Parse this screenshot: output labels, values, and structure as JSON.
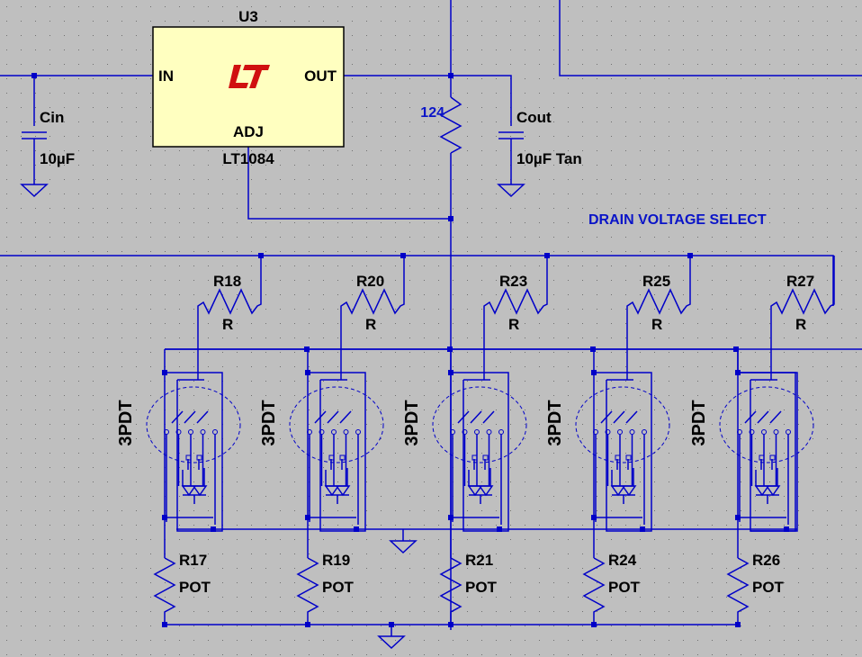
{
  "regulator": {
    "ref": "U3",
    "part": "LT1084",
    "pin_in": "IN",
    "pin_out": "OUT",
    "pin_adj": "ADJ",
    "logo": "lt-logo"
  },
  "cin": {
    "ref": "Cin",
    "value": "10µF"
  },
  "cout": {
    "ref": "Cout",
    "value": "10µF Tan"
  },
  "r_top": {
    "value": "124"
  },
  "title": "DRAIN VOLTAGE SELECT",
  "switch_label": "3PDT",
  "resistors_top": [
    {
      "ref": "R18",
      "value": "R"
    },
    {
      "ref": "R20",
      "value": "R"
    },
    {
      "ref": "R23",
      "value": "R"
    },
    {
      "ref": "R25",
      "value": "R"
    },
    {
      "ref": "R27",
      "value": "R"
    }
  ],
  "pots": [
    {
      "ref": "R17",
      "value": "POT"
    },
    {
      "ref": "R19",
      "value": "POT"
    },
    {
      "ref": "R21",
      "value": "POT"
    },
    {
      "ref": "R24",
      "value": "POT"
    },
    {
      "ref": "R26",
      "value": "POT"
    }
  ],
  "colors": {
    "background": "#bfbfbf",
    "wire": "#0000c8",
    "component_fill": "#ffffc0",
    "logo": "#d01010"
  }
}
